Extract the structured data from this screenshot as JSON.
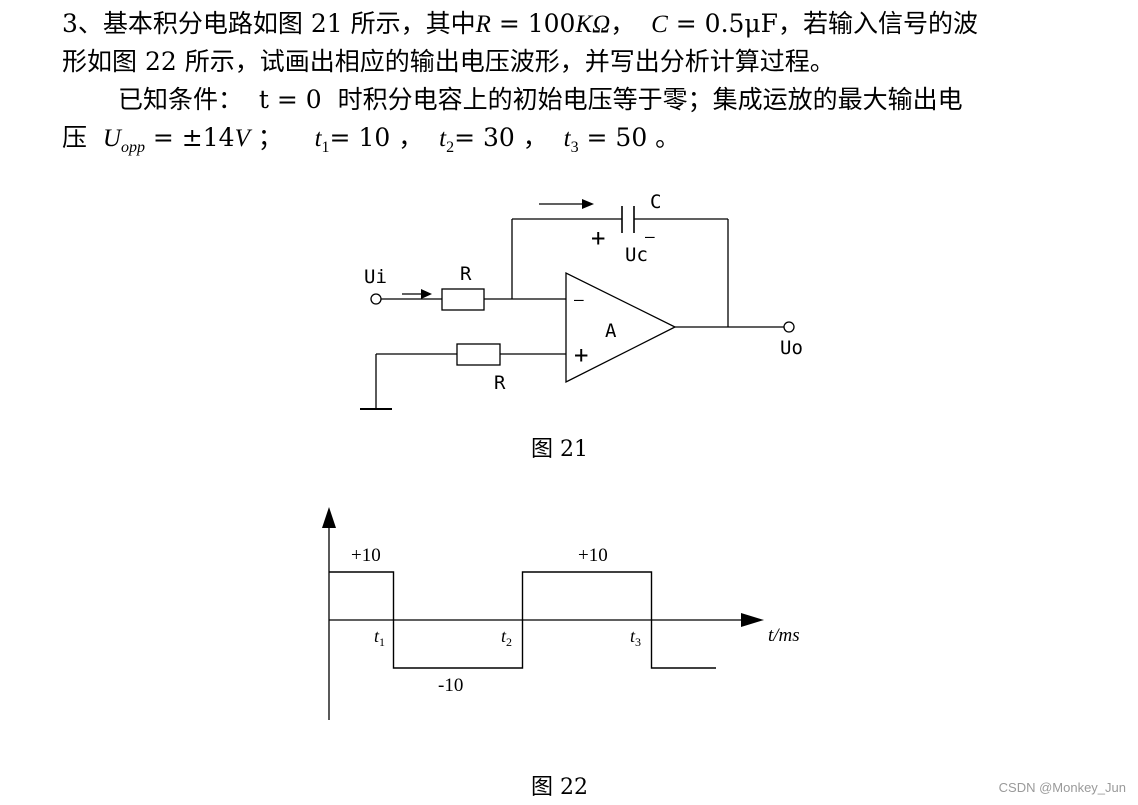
{
  "problem": {
    "line1": {
      "prefix": "3、基本积分电路如图 21 所示，其中",
      "r_sym": "R",
      "r_eq": " = 100",
      "r_unit": "KΩ",
      "sep": "，  ",
      "c_sym": "C",
      "c_eq": " = 0.5μF",
      "suffix": "，若输入信号的波"
    },
    "line2": "形如图 22 所示，试画出相应的输出电压波形，并写出分析计算过程。",
    "line3": "已知条件：  t = 0  时积分电容上的初始电压等于零；集成运放的最大输出电",
    "line4": {
      "prefix": "压  ",
      "u_sym": "U",
      "u_sub": "opp",
      "u_eq": " = ±14",
      "u_unit": "V",
      "sep": " ；    ",
      "t1_sym": "t",
      "t1_sub": "1",
      "t1_eq": "= 10 ，",
      "t2_sym": "t",
      "t2_sub": "2",
      "t2_eq": "= 30 ，",
      "t3_sym": "t",
      "t3_sub": "3",
      "t3_eq": " = 50 。"
    }
  },
  "figure21": {
    "caption": "图 21",
    "labels": {
      "ui": "Ui",
      "r_top": "R",
      "r_bottom": "R",
      "c": "C",
      "uc": "Uc",
      "plus_cap": "+",
      "minus_cap": "—",
      "minus_in": "—",
      "plus_in": "+",
      "amp": "A",
      "uo": "Uo"
    }
  },
  "figure22": {
    "caption": "图 22",
    "labels": {
      "high_left": "+10",
      "high_right": "+10",
      "low": "-10",
      "t1": "t",
      "t1_sub": "1",
      "t2": "t",
      "t2_sub": "2",
      "t3": "t",
      "t3_sub": "3",
      "axis": "t/ms"
    }
  },
  "chart_data": {
    "type": "line",
    "xlabel": "t/ms",
    "x": [
      0,
      10,
      10,
      30,
      30,
      50,
      50,
      60
    ],
    "values": [
      10,
      10,
      -10,
      -10,
      10,
      10,
      -10,
      -10
    ],
    "ticks": [
      "t1",
      "t2",
      "t3"
    ]
  },
  "watermark": "CSDN @Monkey_Jun"
}
